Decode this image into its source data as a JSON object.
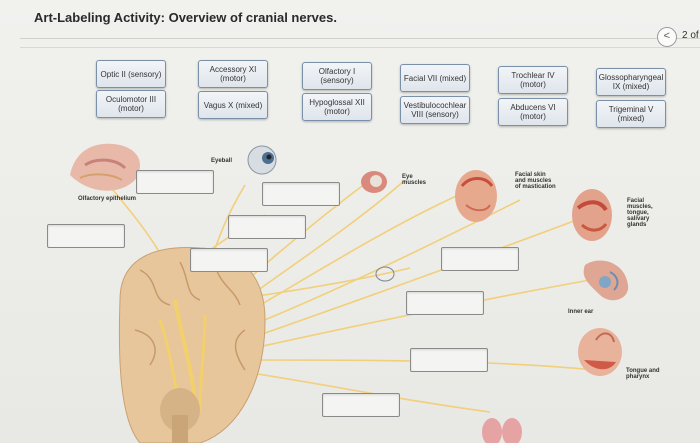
{
  "header": {
    "title": "Art-Labeling Activity: Overview of cranial nerves.",
    "page_count": "2 of",
    "back_symbol": "<"
  },
  "labels": [
    {
      "text": "Optic II (sensory)"
    },
    {
      "text": "Accessory XI\n(motor)"
    },
    {
      "text": "Olfactory I\n(sensory)"
    },
    {
      "text": "Facial VII (mixed)"
    },
    {
      "text": "Trochlear IV (motor)"
    },
    {
      "text": "Glossopharyngeal\nIX (mixed)"
    },
    {
      "text": "Oculomotor III\n(motor)"
    },
    {
      "text": "Vagus X (mixed)"
    },
    {
      "text": "Hypoglossal XII\n(motor)"
    },
    {
      "text": "Vestibulocochlear\nVIII (sensory)"
    },
    {
      "text": "Abducens VI\n(motor)"
    },
    {
      "text": "Trigeminal V\n(mixed)"
    }
  ],
  "captions": {
    "olfactory_epithelium": "Olfactory epithelium",
    "eyeball": "Eyeball",
    "eye_muscles": "Eye\nmuscles",
    "facial_skin": "Facial skin\nand muscles\nof mastication",
    "facial_muscles": "Facial\nmuscles,\ntongue,\nsalivary\nglands",
    "inner_ear": "Inner ear",
    "tongue_pharynx": "Tongue and\npharynx"
  },
  "icons": {
    "back": "chevron-left-icon"
  },
  "colors": {
    "nerve": "#f2cf7a",
    "label_border": "#7a8fa8",
    "brain": "#e9c9a0"
  }
}
